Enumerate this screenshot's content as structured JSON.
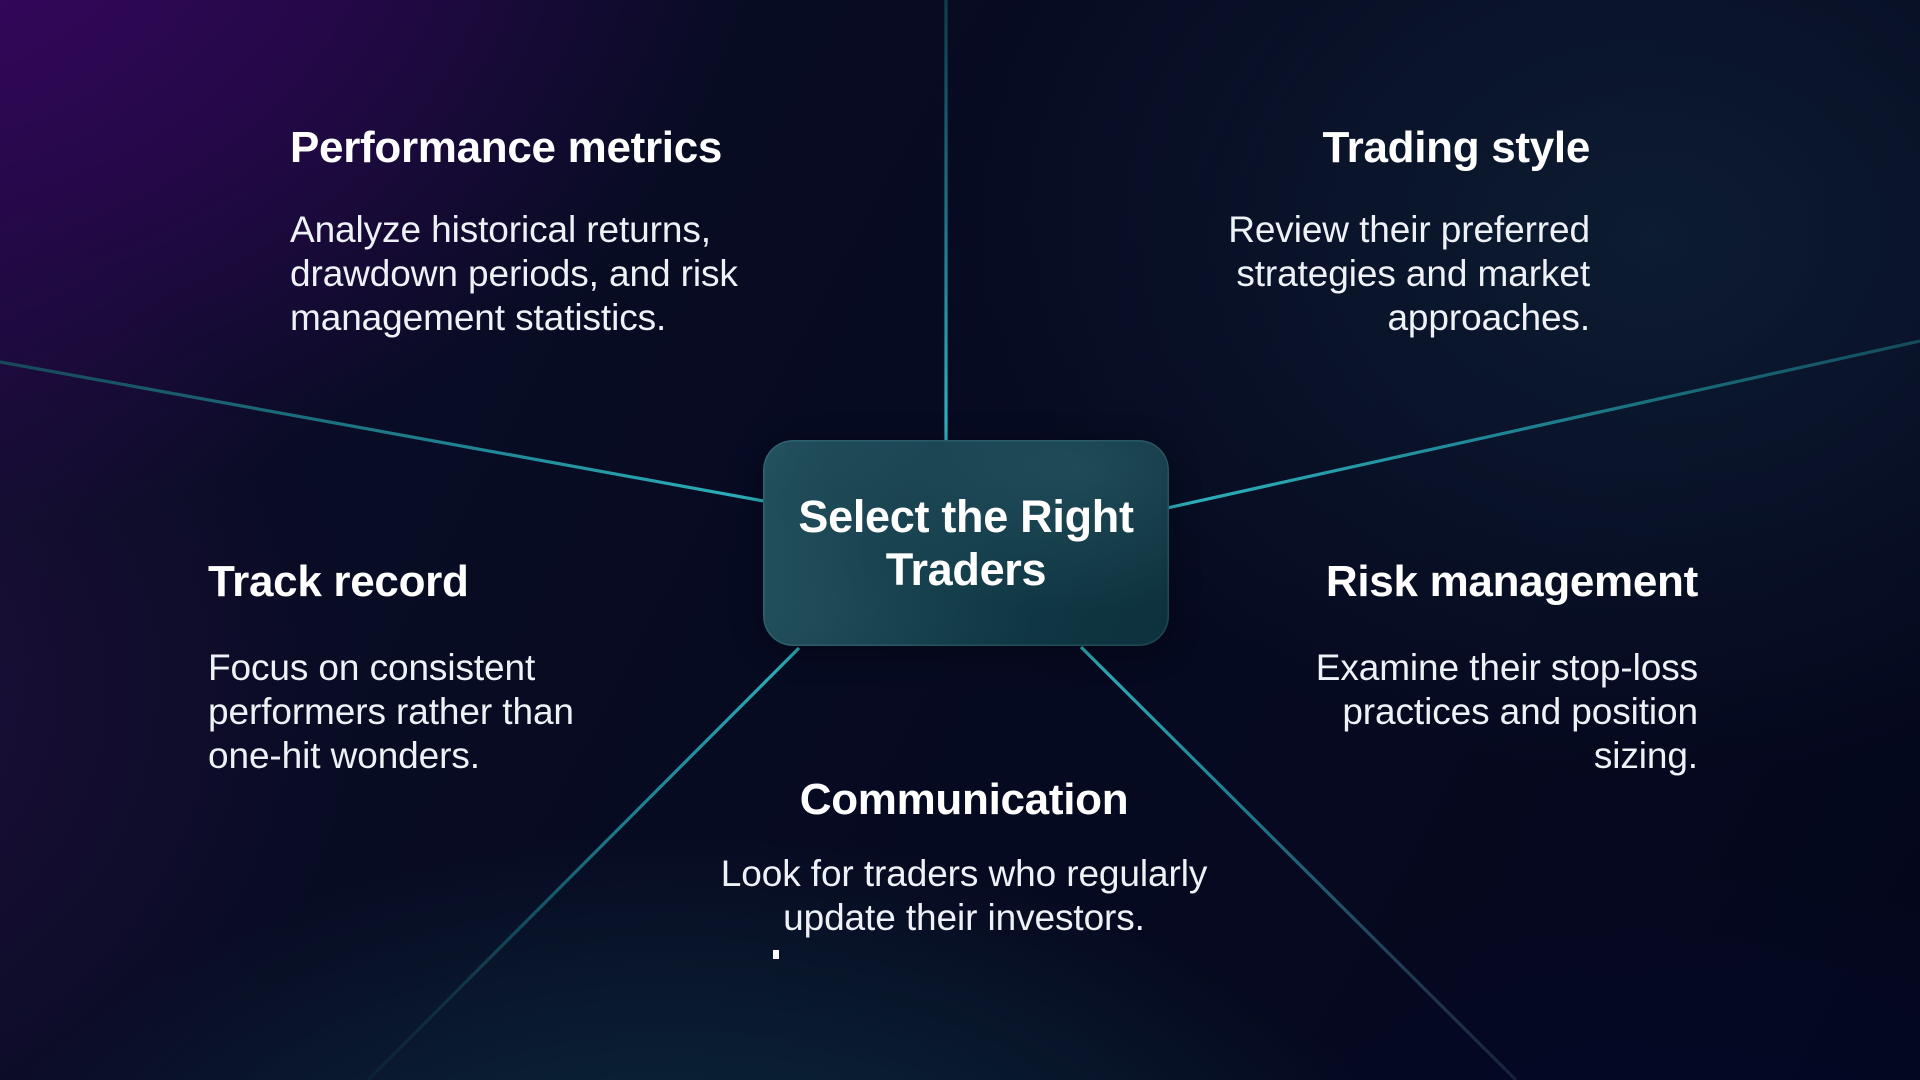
{
  "center": {
    "title": "Select the Right Traders"
  },
  "branches": [
    {
      "id": "performance-metrics",
      "title": "Performance metrics",
      "description": "Analyze historical returns, drawdown periods, and risk management statistics.",
      "position": "top-left",
      "align": "left"
    },
    {
      "id": "trading-style",
      "title": "Trading style",
      "description": "Review their preferred strategies and market approaches.",
      "position": "top-right",
      "align": "right"
    },
    {
      "id": "track-record",
      "title": "Track record",
      "description": "Focus on consistent performers rather than one-hit wonders.",
      "position": "middle-left",
      "align": "left"
    },
    {
      "id": "risk-management",
      "title": "Risk management",
      "description": "Examine their stop-loss practices and position sizing.",
      "position": "middle-right",
      "align": "right"
    },
    {
      "id": "communication",
      "title": "Communication",
      "description": "Look for traders who regularly update their investors.",
      "position": "bottom-center",
      "align": "center"
    }
  ],
  "colors": {
    "accent_teal": "#2db2bd",
    "dim_teal": "#16525f",
    "node_fill_top": "#24525f",
    "node_fill_bottom": "#0d313d",
    "background_purple": "#3e0469",
    "background_navy": "#04071c",
    "text": "#ffffff"
  }
}
